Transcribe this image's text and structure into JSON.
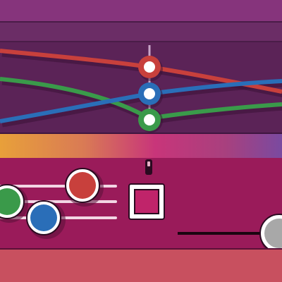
{
  "colors": {
    "top_band": "#86347c",
    "curve_panel": "#5b2357",
    "controls_panel": "#9a1b5a",
    "bottom_band": "#c8505f",
    "red_channel": "#c8403c",
    "green_channel": "#3a9a4a",
    "blue_channel": "#2a6eb8",
    "swatch": "#c0246a",
    "neutral_knob": "#a8a8a8"
  },
  "curve_editor": {
    "playhead_label": "",
    "channels": [
      {
        "name": "red",
        "color": "#c8403c"
      },
      {
        "name": "green",
        "color": "#3a9a4a"
      },
      {
        "name": "blue",
        "color": "#2a6eb8"
      }
    ]
  },
  "color_sliders": [
    {
      "name": "red",
      "color": "#c8403c",
      "value": 0.62
    },
    {
      "name": "green",
      "color": "#3a9a4a",
      "value": 0.05
    },
    {
      "name": "blue",
      "color": "#2a6eb8",
      "value": 0.35
    }
  ],
  "color_preview": {
    "swatch_color": "#c0246a"
  },
  "bottom_slider": {
    "value": 1.0,
    "knob_color": "#a8a8a8"
  }
}
